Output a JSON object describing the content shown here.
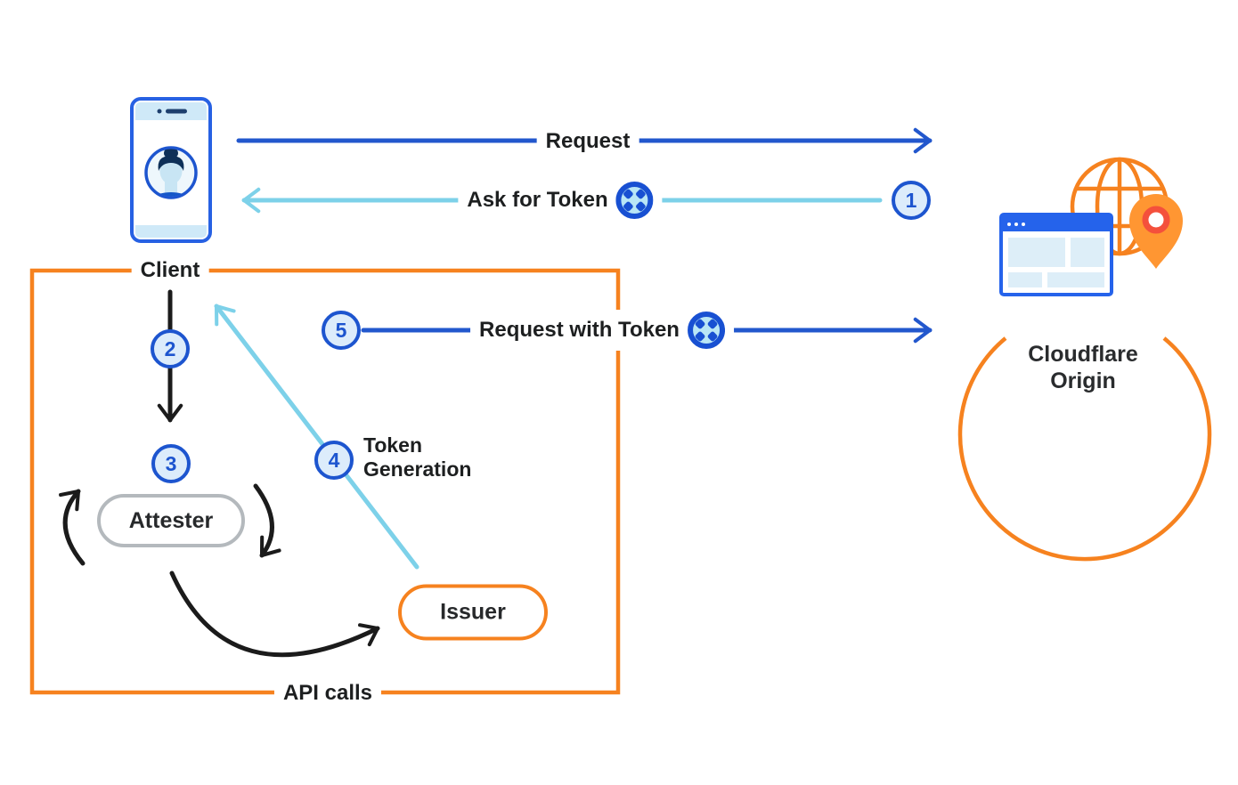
{
  "diagram_type": "privacy-pass-token-flow",
  "nodes": {
    "client": "Client",
    "attester": "Attester",
    "issuer": "Issuer",
    "origin": "Cloudflare Origin"
  },
  "flows": {
    "request": {
      "label": "Request",
      "from": "Client",
      "to": "Cloudflare Origin"
    },
    "ask_for_token": {
      "step": "1",
      "label": "Ask for Token",
      "from": "Cloudflare Origin",
      "to": "Client"
    },
    "client_to_attester": {
      "step": "2",
      "from": "Client",
      "to": "Attester"
    },
    "attestation": {
      "step": "3",
      "at": "Attester"
    },
    "token_generation": {
      "step": "4",
      "label": "Token Generation",
      "from": "Issuer",
      "to": "Client"
    },
    "request_with_token": {
      "step": "5",
      "label": "Request with Token",
      "from": "Client",
      "to": "Cloudflare Origin"
    }
  },
  "box": {
    "label": "API calls"
  },
  "icons": {
    "client_device": "phone-user-icon",
    "token": "token-icon",
    "origin": "globe-browser-pin-icon"
  },
  "colors": {
    "orange": "#f6821f",
    "dark_blue": "#2257cd",
    "light_blue": "#7dd1e9",
    "badge_blue": "#1d55cf",
    "badge_fill": "#dcecfb",
    "gray_border": "#b4b9bd",
    "black": "#1b1b1b"
  }
}
